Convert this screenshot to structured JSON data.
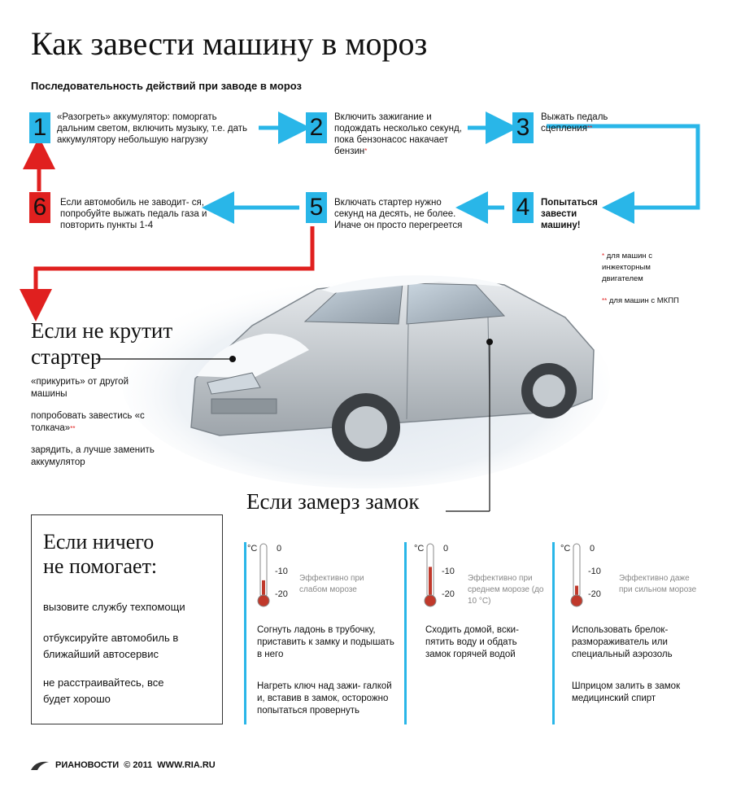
{
  "title": "Как завести машину в мороз",
  "subtitle": "Последовательность действий при заводе в мороз",
  "steps": [
    {
      "num": "1",
      "text": "«Разогреть» аккумулятор: поморгать дальним светом, включить музыку, т.е. дать аккумулятору небольшую нагрузку"
    },
    {
      "num": "2",
      "text": "Включить зажигание и подождать несколько секунд, пока бензонасос накачает бензин",
      "mark": "*"
    },
    {
      "num": "3",
      "text": "Выжать педаль сцепления",
      "mark": "**"
    },
    {
      "num": "4",
      "text": "Попытаться завести машину!"
    },
    {
      "num": "5",
      "text": "Включать стартер нужно секунд на десять, не более. Иначе он просто перегреется"
    },
    {
      "num": "6",
      "text": "Если автомобиль не заводит- ся, попробуйте выжать педаль газа и повторить пункты 1-4"
    }
  ],
  "notes": {
    "inj_mark": "*",
    "inj_text": "для машин с инжекторным двигателем",
    "mkpp_mark": "**",
    "mkpp_text": "для машин с МКПП"
  },
  "starter": {
    "heading_line1": "Если не крутит",
    "heading_line2": "стартер",
    "tips": [
      "«прикурить» от другой машины",
      "попробовать завестись «с толкача»",
      "зарядить, а лучше заменить аккумулятор"
    ],
    "tip2_mark": "**"
  },
  "lock_heading": "Если замерз замок",
  "nothing": {
    "heading_line1": "Если ничего",
    "heading_line2": "не помогает:",
    "items": [
      "вызовите службу техпомощи",
      "отбуксируйте автомобиль в ближайший автосервис",
      "не расстраивайтесь, все будет хорошо"
    ]
  },
  "thermo_unit": "°C",
  "thermo_ticks": [
    "0",
    "-10",
    "-20"
  ],
  "columns": [
    {
      "label": "Эффективно при слабом морозе",
      "level": 0.35,
      "a": "Согнуть ладонь в трубочку, приставить к замку и подышать в него",
      "b": "Нагреть ключ над зажи- галкой и, вставив в замок, осторожно попытаться провернуть"
    },
    {
      "label": "Эффективно при среднем морозе (до 10 °C)",
      "level": 0.6,
      "a": "Сходить домой, вски- пятить воду и обдать замок горячей водой",
      "b": ""
    },
    {
      "label": "Эффективно даже при сильном морозе",
      "level": 0.25,
      "a": "Использовать брелок- размораживатель или специальный аэрозоль",
      "b": "Шприцом залить в замок медицинский спирт"
    }
  ],
  "footer": {
    "brand": "РИАНОВОСТИ",
    "copy": "© 2011",
    "site": "WWW.RIA.RU"
  },
  "colors": {
    "blue": "#29b6e8",
    "red": "#e0201f"
  }
}
